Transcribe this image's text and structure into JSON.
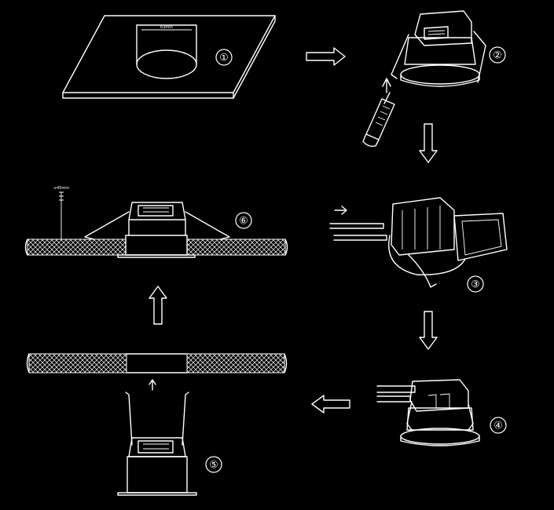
{
  "diagram": {
    "background": "#000000",
    "stroke": "#ffffff",
    "steps": [
      {
        "id": 1,
        "label": "①"
      },
      {
        "id": 2,
        "label": "②"
      },
      {
        "id": 3,
        "label": "③"
      },
      {
        "id": 4,
        "label": "④"
      },
      {
        "id": 5,
        "label": "⑤"
      },
      {
        "id": 6,
        "label": "⑥"
      }
    ],
    "cutout_dimension_text": "63mm",
    "ceiling_depth_text": "≤45mm",
    "arrows": [
      "right",
      "down",
      "down",
      "left",
      "up",
      "up-small"
    ]
  }
}
